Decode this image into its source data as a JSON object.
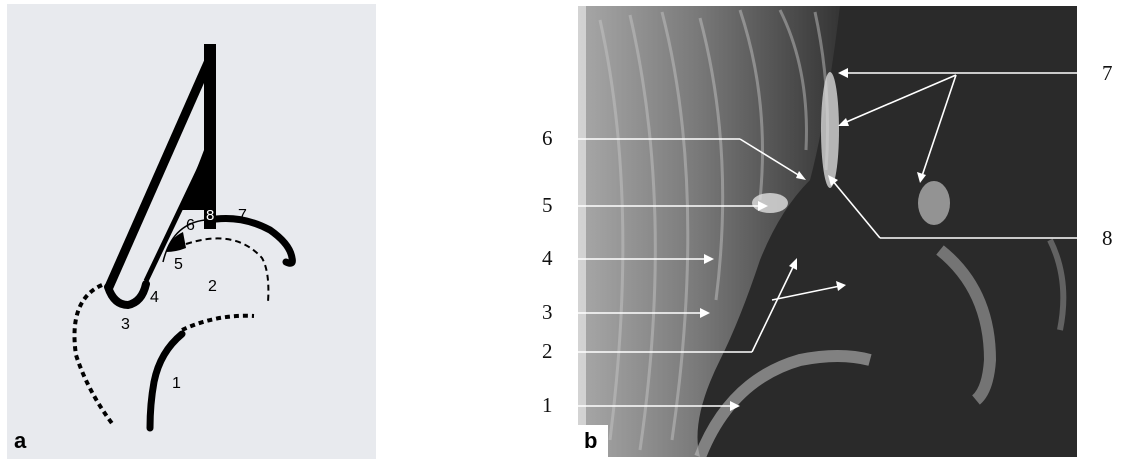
{
  "panel_a": {
    "letter": "a",
    "labels": [
      "1",
      "2",
      "3",
      "4",
      "5",
      "6",
      "7",
      "8"
    ]
  },
  "panel_b": {
    "letter": "b",
    "left_labels": [
      "6",
      "5",
      "4",
      "3",
      "2",
      "1"
    ],
    "right_labels": [
      "7",
      "8"
    ]
  },
  "colors": {
    "panel_a_background": "#e8eaee",
    "ink": "#000000",
    "ultrasound_dark": "#2a2a2a",
    "arrow": "#ffffff"
  }
}
